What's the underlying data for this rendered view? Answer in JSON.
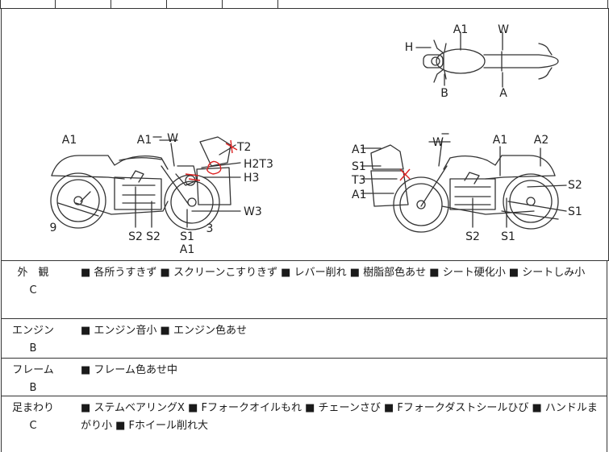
{
  "diagram": {
    "top_view_labels": {
      "a1": "A1",
      "w": "W",
      "h": "H",
      "b": "B",
      "a": "A"
    },
    "left_view_labels": {
      "a1_rear": "A1",
      "a1_tank": "A1",
      "w": "W",
      "t2": "T2",
      "h2t3": "H2T3",
      "h3": "H3",
      "w3": "W3",
      "n9": "9",
      "s2a": "S2",
      "s2b": "S2",
      "s1": "S1",
      "a1_bottom": "A1",
      "n3": "3"
    },
    "right_view_labels": {
      "a1_a": "A1",
      "s1": "S1",
      "t3": "T3",
      "a1_b": "A1",
      "w": "W",
      "a1_tank": "A1",
      "a2": "A2",
      "s2_right": "S2",
      "s1_right": "S1",
      "s2_bottom": "S2",
      "s1_bottom": "S1"
    }
  },
  "sections": [
    {
      "label": "外　観",
      "grade": "C",
      "text": "■ 各所うすきず ■ スクリーンこすりきず ■ レバー削れ ■ 樹脂部色あせ ■ シート硬化小 ■ シートしみ小"
    },
    {
      "label": "エンジン",
      "grade": "B",
      "text": "■ エンジン音小 ■ エンジン色あせ"
    },
    {
      "label": "フレーム",
      "grade": "B",
      "text": "■ フレーム色あせ中"
    },
    {
      "label": "足まわり",
      "grade": "C",
      "text": "■ ステムベアリングX ■ Fフォークオイルもれ ■ チェーンさび ■ Fフォークダストシールひび ■ ハンドルまがり小 ■ Fホイール削れ大"
    }
  ]
}
